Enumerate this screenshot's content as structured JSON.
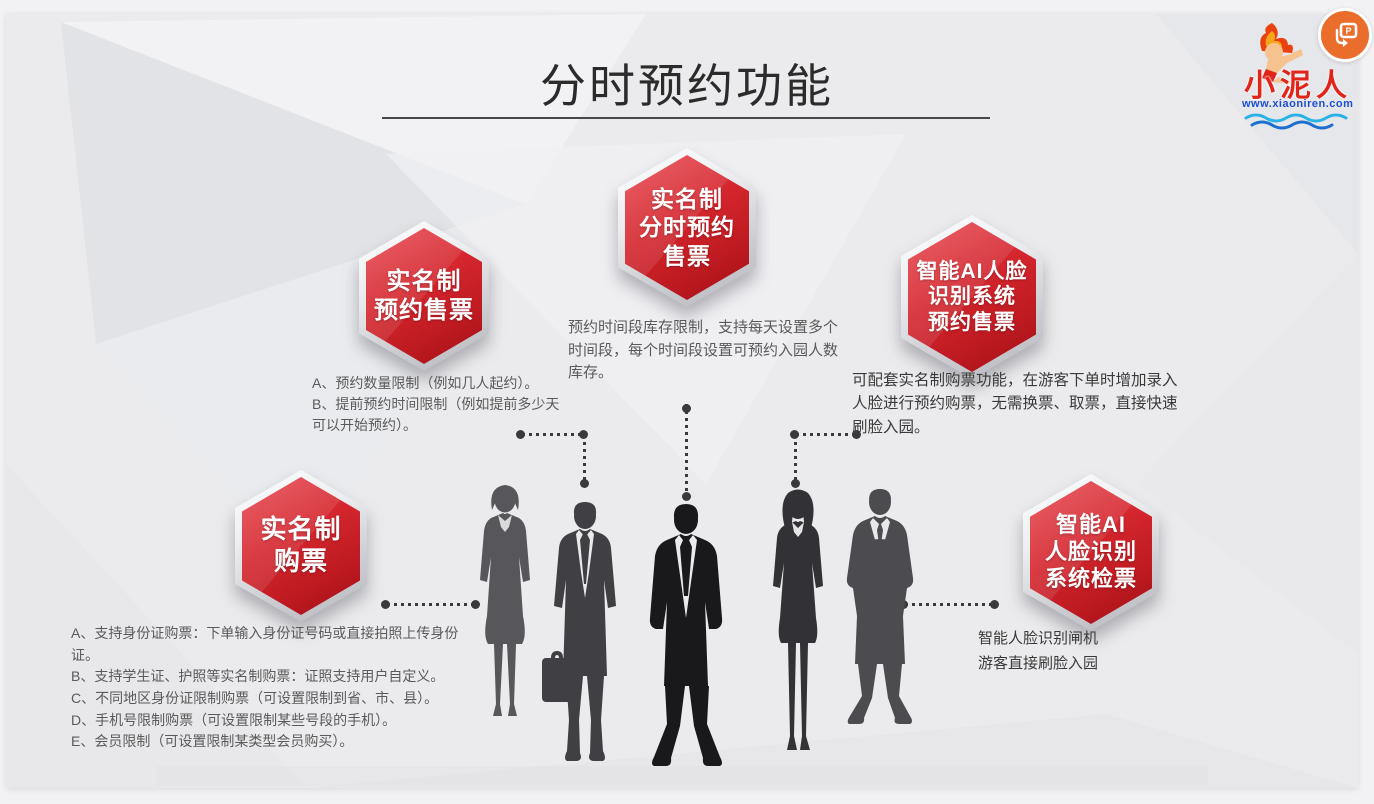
{
  "slide": {
    "title": "分时预约功能",
    "logo": {
      "name": "小泥人",
      "url": "www.xiaoniren.com"
    },
    "hexagons": [
      {
        "lines": [
          "实名制",
          "预约售票"
        ]
      },
      {
        "lines": [
          "实名制",
          "分时预约",
          "售票"
        ]
      },
      {
        "lines": [
          "智能AI人脸",
          "识别系统",
          "预约售票"
        ]
      },
      {
        "lines": [
          "实名制",
          "购票"
        ]
      },
      {
        "lines": [
          "智能AI",
          "人脸识别",
          "系统检票"
        ]
      }
    ],
    "notes": {
      "reserve_limits": [
        "A、预约数量限制（例如几人起约）。",
        "B、提前预约时间限制（例如提前多少天可以开始预约）。"
      ],
      "timeslot_inventory": "预约时间段库存限制，支持每天设置多个时间段，每个时间段设置可预约入园人数库存。",
      "ai_reserve": "可配套实名制购票功能，在游客下单时增加录入人脸进行预约购票，无需换票、取票，直接快速刷脸入园。",
      "realname_purchase": [
        "A、支持身份证购票：下单输入身份证号码或直接拍照上传身份证。",
        "B、支持学生证、护照等实名制购票：证照支持用户自定义。",
        "C、不同地区身份证限制购票（可设置限制到省、市、县）。",
        "D、手机号限制购票（可设置限制某些号段的手机）。",
        "E、会员限制（可设置限制某类型会员购买）。"
      ],
      "ai_gate": [
        "智能人脸识别闸机",
        "游客直接刷脸入园"
      ]
    },
    "colors": {
      "hex_red": "#cf2127",
      "accent_orange": "#ea6d2c",
      "logo_red": "#e1251b",
      "logo_blue": "#1d4fd7",
      "title_text": "#2b2b2b",
      "body_text": "#5a5a5a"
    }
  }
}
